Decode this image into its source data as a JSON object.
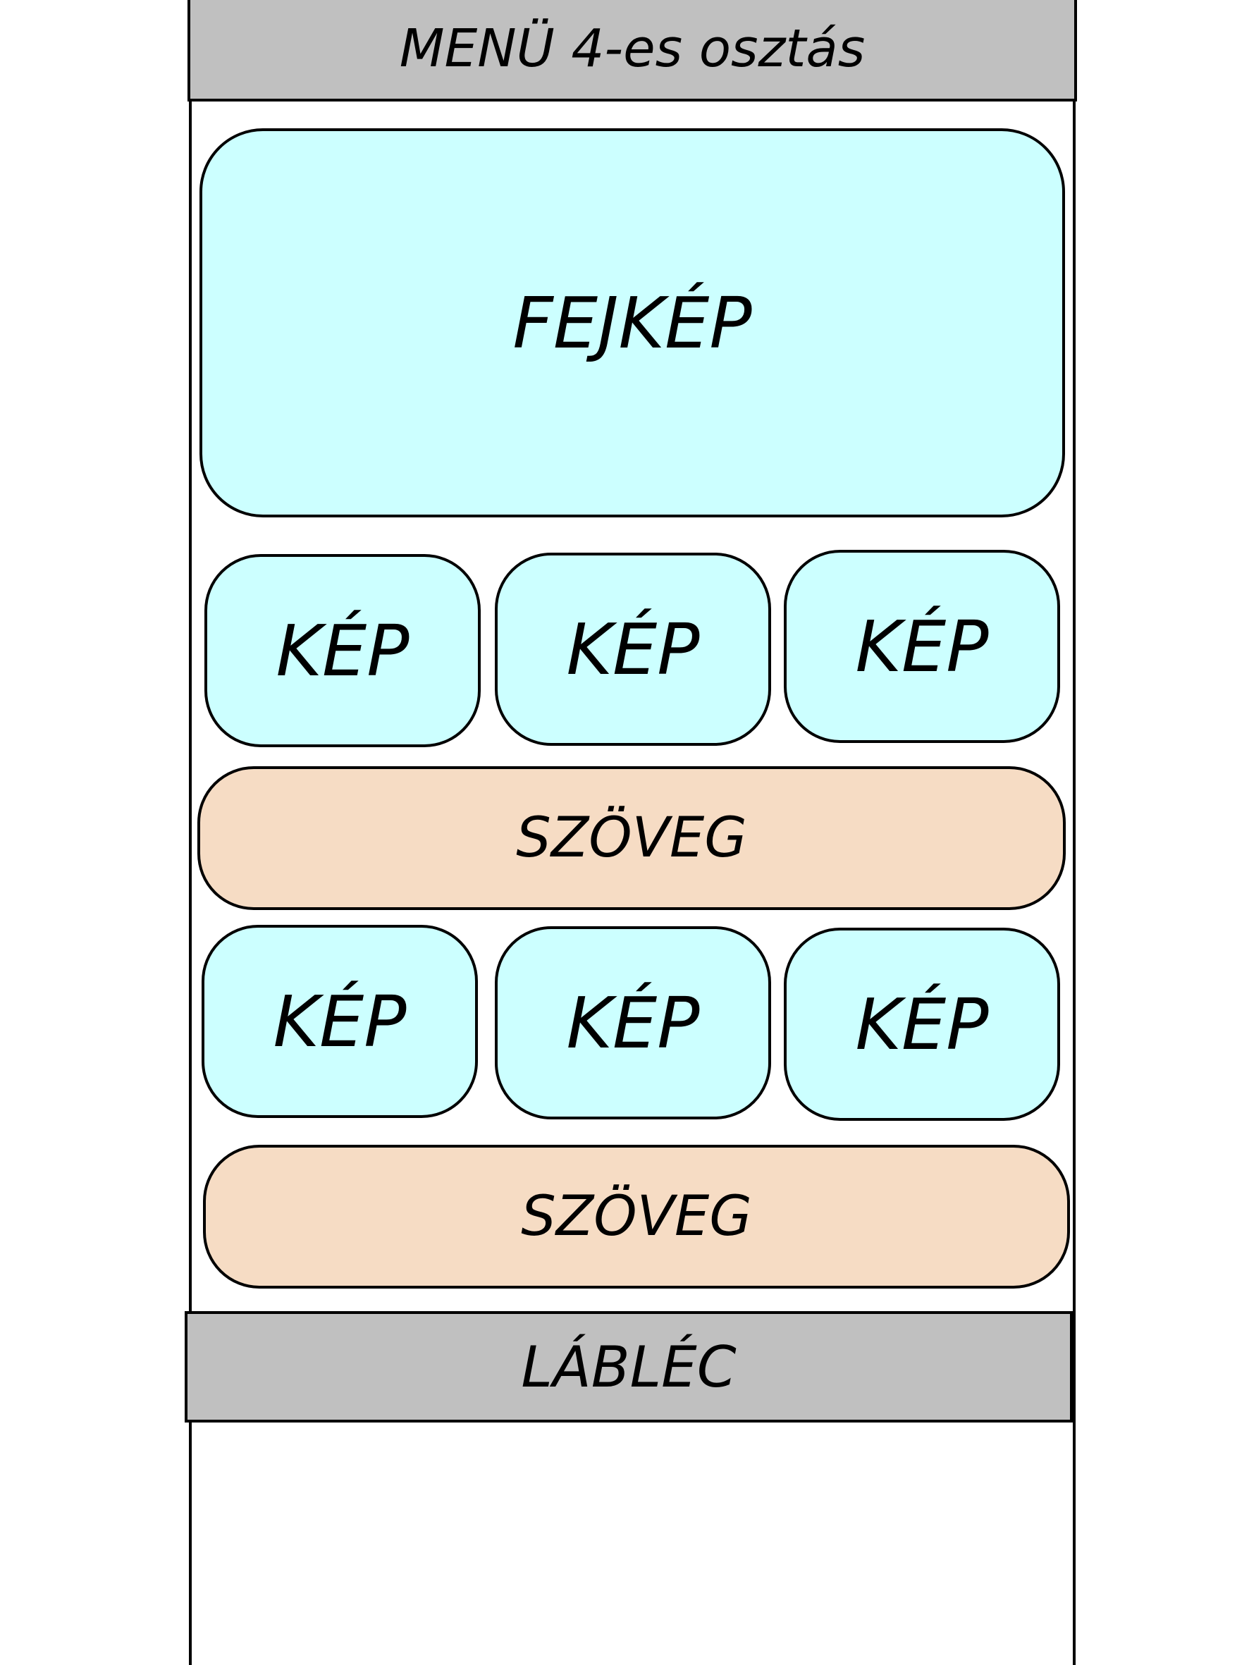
{
  "header": {
    "menu_label": "MENÜ 4-es osztás"
  },
  "hero": {
    "label": "FEJKÉP"
  },
  "rows": [
    {
      "images": [
        "KÉP",
        "KÉP",
        "KÉP"
      ],
      "text": "SZÖVEG"
    },
    {
      "images": [
        "KÉP",
        "KÉP",
        "KÉP"
      ],
      "text": "SZÖVEG"
    }
  ],
  "footer": {
    "label": "LÁBLÉC"
  },
  "colors": {
    "image_placeholder": "#ccffff",
    "text_block": "#f6dcc4",
    "bars": "#c0c0c0",
    "outline": "#000000"
  }
}
